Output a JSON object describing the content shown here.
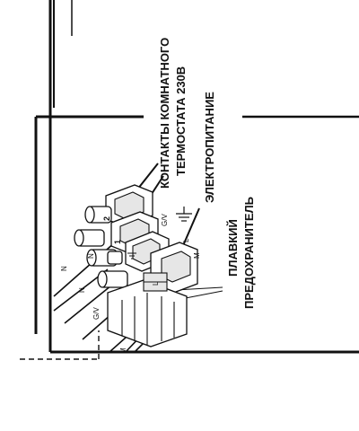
{
  "labels": {
    "thermostat_line1": "КОНТАКТЫ КОМНАТНОГО",
    "thermostat_line2": "ТЕРМОСТАТА 230В",
    "power": "ЭЛЕКТРОПИТАНИЕ",
    "fuse_line1": "ПЛАВКИЙ",
    "fuse_line2": "ПРЕДОХРАНИТЕЛЬ"
  },
  "terminal_marks": {
    "n1": "N",
    "n2": "N",
    "n3": "N",
    "gv_left": "G/V",
    "gv_right": "G/V",
    "m1": "M",
    "m2": "M",
    "l1": "L",
    "l2": "L",
    "t1": "2",
    "t2": "1"
  }
}
